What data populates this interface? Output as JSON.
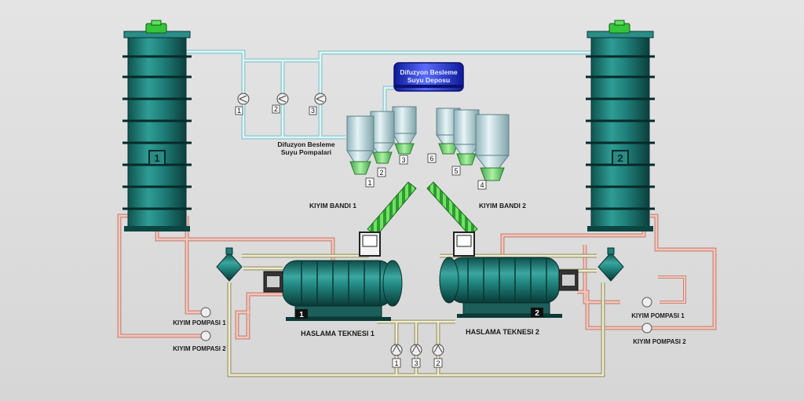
{
  "tank_left": {
    "number": "1"
  },
  "tank_right": {
    "number": "2"
  },
  "feed_tank": {
    "line1": "Difuzyon Besleme",
    "line2": "Suyu Deposu"
  },
  "feed_pumps": {
    "line1": "Difuzyon Besleme",
    "line2": "Suyu Pompalari",
    "numbers": [
      "1",
      "2",
      "3"
    ]
  },
  "hoppers_left": [
    "1",
    "2",
    "3"
  ],
  "hoppers_right": [
    "6",
    "5",
    "4"
  ],
  "belts": {
    "left": "KIYIM BANDI 1",
    "right": "KIYIM BANDI 2"
  },
  "scalders": {
    "left_label": "HASLAMA TEKNESI 1",
    "right_label": "HASLAMA TEKNESI 2",
    "left_number": "1",
    "right_number": "2"
  },
  "chip_pumps_left": {
    "pump1": "KIYIM POMPASI 1",
    "pump2": "KIYIM POMPASI 2"
  },
  "chip_pumps_right": {
    "pump1": "KIYIM POMPASI 1",
    "pump2": "KIYIM POMPASI 2"
  },
  "bottom_pumps": [
    "1",
    "3",
    "2"
  ],
  "colors": {
    "tank": "#1f7f7a",
    "water_pipe": "#bfe9ee",
    "hot_pipe": "#e7a79a",
    "belt": "#6ee35a",
    "hopper": "#bcd9df",
    "feed_tank": "#2233cc"
  }
}
